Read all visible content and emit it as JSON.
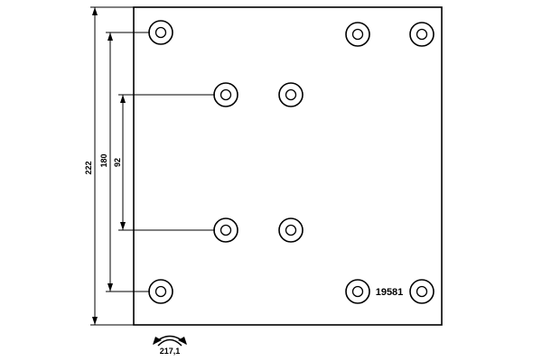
{
  "drawing": {
    "part_number": "19581",
    "dimensions": {
      "overall_length": "222",
      "outer_hole_span": "180",
      "inner_hole_span": "92",
      "curvature_radius": "217,1"
    }
  }
}
